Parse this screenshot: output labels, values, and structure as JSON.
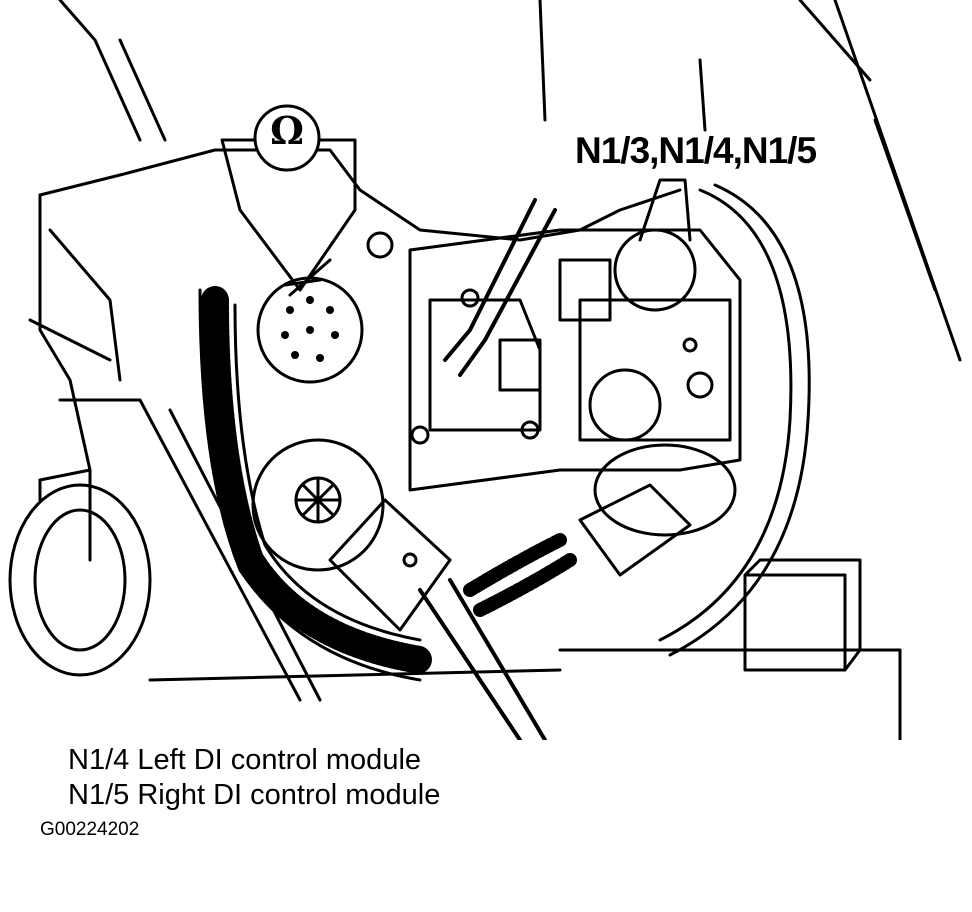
{
  "callout_label": "N1/3,N1/4,N1/5",
  "ohmmeter_symbol": "Ω",
  "captions": [
    "N1/4 Left DI control module",
    "N1/5 Right DI control module"
  ],
  "figure_id": "G00224202"
}
